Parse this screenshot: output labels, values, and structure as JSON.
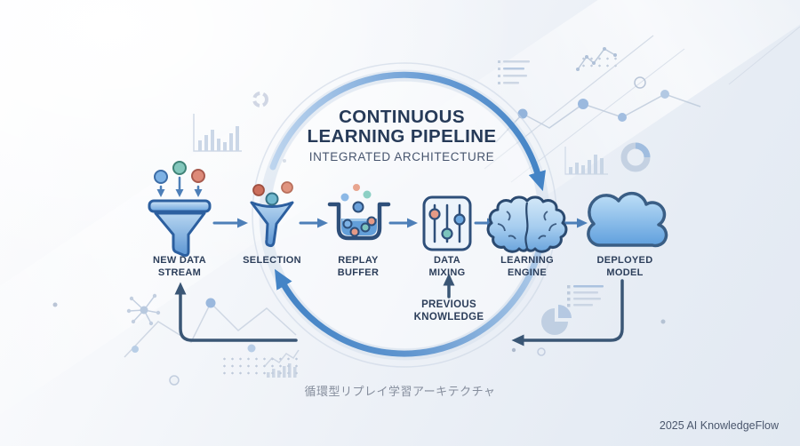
{
  "title": {
    "line1": "CONTINUOUS",
    "line2": "LEARNING PIPELINE",
    "subtitle": "INTEGRATED ARCHITECTURE"
  },
  "steps": [
    {
      "id": "new-data-stream",
      "line1": "NEW DATA",
      "line2": "STREAM",
      "icon": "funnel-inflow-icon"
    },
    {
      "id": "selection",
      "line1": "SELECTION",
      "line2": "",
      "icon": "selection-funnel-icon"
    },
    {
      "id": "replay-buffer",
      "line1": "REPLAY",
      "line2": "BUFFER",
      "icon": "buffer-container-icon"
    },
    {
      "id": "data-mixing",
      "line1": "DATA",
      "line2": "MIXING",
      "icon": "sliders-icon"
    },
    {
      "id": "learning-engine",
      "line1": "LEARNING",
      "line2": "ENGINE",
      "icon": "brain-icon"
    },
    {
      "id": "deployed-model",
      "line1": "DEPLOYED",
      "line2": "MODEL",
      "icon": "cloud-icon"
    }
  ],
  "previous_knowledge": {
    "line1": "PREVIOUS",
    "line2": "KNOWLEDGE"
  },
  "caption_jp": "循環型リプレイ学習アーキテクチャ",
  "footer": "2025 AI KnowledgeFlow",
  "colors": {
    "title": "#263a58",
    "label": "#2c3e5a",
    "arc_blue": "#4484c6",
    "flow_arrow_blue": "#4d7fb8",
    "feedback_line": "#3a5675",
    "dot_blue": "#7db1e4",
    "dot_teal": "#7cc4bd",
    "dot_red": "#dd8a79",
    "caption_gray": "#858d9c",
    "footer_gray": "#4b576d"
  }
}
